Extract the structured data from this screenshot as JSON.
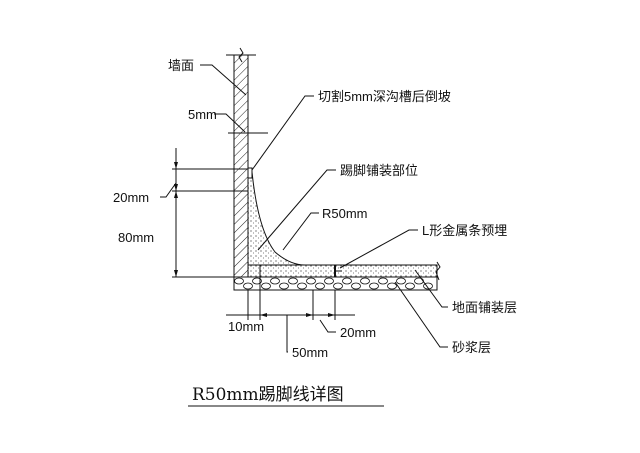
{
  "labels": {
    "wall": "墙面",
    "groove": "切割5mm深沟槽后倒坡",
    "wall_gap": "5mm",
    "skirting_area": "踢脚铺装部位",
    "dim_20_vertical": "20mm",
    "radius": "R50mm",
    "l_strip": "L形金属条预埋",
    "dim_80": "80mm",
    "floor_layer": "地面铺装层",
    "dim_10": "10mm",
    "dim_20_horizontal": "20mm",
    "mortar_layer": "砂浆层",
    "dim_50": "50mm"
  },
  "title": "R50mm踢脚线详图"
}
